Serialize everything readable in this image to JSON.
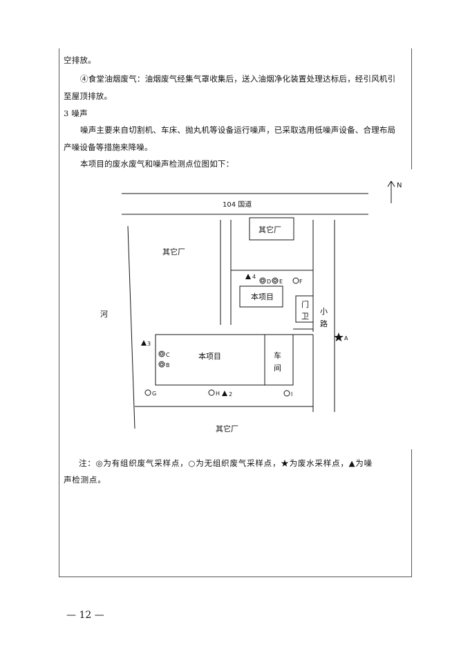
{
  "body_lines": [
    "空排放。",
    "④食堂油烟废气：油烟废气经集气罩收集后，送入油烟净化装置处理达标后，经引风机引",
    "至屋顶排放。",
    "3  噪声",
    "噪声主要来自切割机、车床、抛丸机等设备运行噪声，已采取选用低噪声设备、合理布局",
    "产噪设备等措施来降噪。",
    "本项目的废水废气和噪声检测点位图如下："
  ],
  "diagram": {
    "north_label": "N",
    "road_label": "104 国道",
    "other_factory_top": "其它厂",
    "other_factory_left": "其它厂",
    "other_factory_bottom": "其它厂",
    "river_label": "河",
    "project_small_label": "本项目",
    "project_main_label": "本项目",
    "gate_label_1": "门",
    "gate_label_2": "卫",
    "lane_label_1": "小",
    "lane_label_2": "路",
    "workshop_label_1": "车",
    "workshop_label_2": "间",
    "points": {
      "noise_4": "4",
      "noise_3": "3",
      "noise_2": "2",
      "d": "D",
      "e": "E",
      "f": "F",
      "c": "C",
      "b": "B",
      "g": "G",
      "h": "H",
      "i": "I",
      "a": "A"
    }
  },
  "note_lines": [
    "注：◎为有组织废气采样点，○为无组织废气采样点，★为废水采样点，▲为噪",
    "声检测点。"
  ],
  "page_number": "— 12 —"
}
